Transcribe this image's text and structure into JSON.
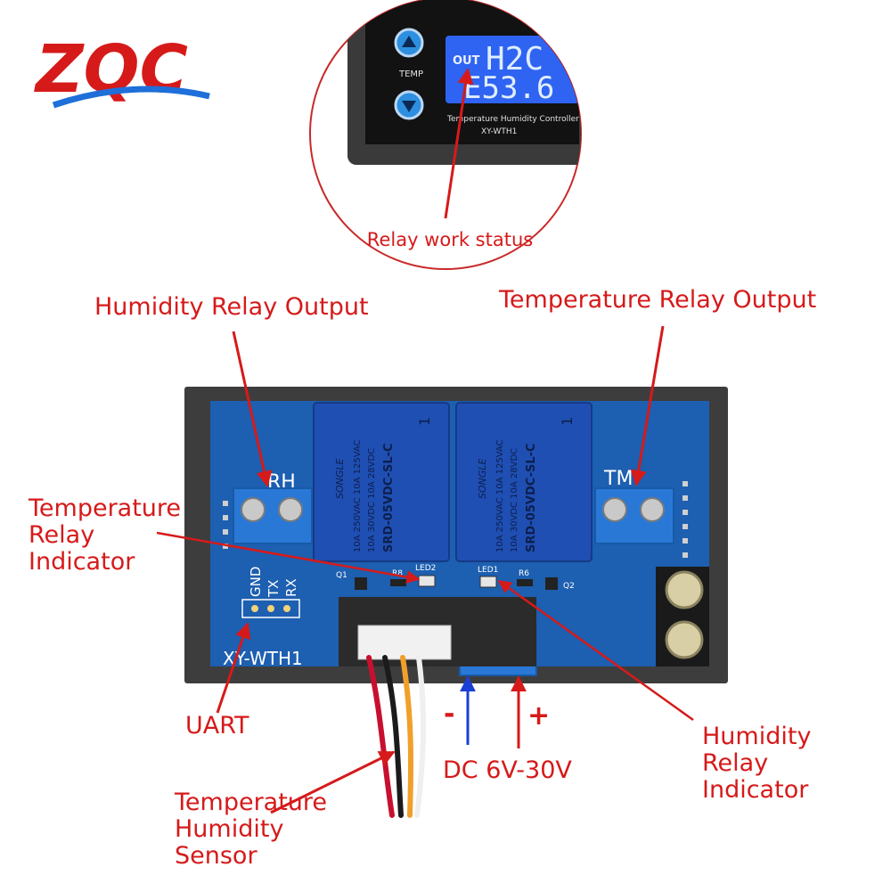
{
  "logo": {
    "text": "ZQC"
  },
  "inset": {
    "button_label": "TEMP",
    "out_label": "OUT",
    "lcd_line1": "H2C",
    "lcd_line2": "E53.6",
    "panel_line1": "Temperature Humidity Controller",
    "panel_line2": "XY-WTH1",
    "caption": "Relay work status"
  },
  "board": {
    "rh_label": "RH",
    "tm_label": "TM",
    "model": "XY-WTH1",
    "uart_pins": [
      "GND",
      "TX",
      "RX"
    ],
    "power_pins": [
      "V-",
      "V+"
    ],
    "led1": "LED1",
    "led2": "LED2",
    "q1": "Q1",
    "q2": "Q2",
    "r8": "R8",
    "r6": "R6",
    "relay_brand": "SONGLE",
    "relay_model": "SRD-05VDC-SL-C",
    "relay_rating_1": "10A 250VAC  10A 125VAC",
    "relay_rating_2": "10A 30VDC  10A 28VDC",
    "relay_number": "1"
  },
  "labels": {
    "humidity_relay_output": "Humidity Relay Output",
    "temperature_relay_output": "Temperature Relay Output",
    "temperature_relay_indicator": "Temperature\nRelay\nIndicator",
    "uart": "UART",
    "dc": "DC 6V-30V",
    "minus": "-",
    "plus": "+",
    "humidity_relay_indicator": "Humidity\nRelay\nIndicator",
    "sensor": "Temperature\nHumidity\nSensor"
  },
  "colors": {
    "label_red": "#d61a1a",
    "board_blue": "#1d5fb0",
    "relay_blue": "#1f4fb3",
    "logo_red": "#d61a1a",
    "logo_blue": "#1e6fd9",
    "arrow_blue": "#1a3fd6"
  }
}
